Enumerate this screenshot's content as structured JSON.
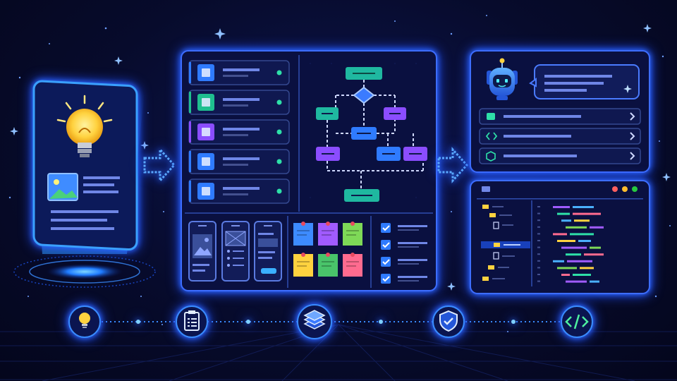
{
  "scene": {
    "stages": [
      "idea",
      "planning",
      "design-system",
      "ai-assistant",
      "code"
    ],
    "timeline_icons": [
      "lightbulb-icon",
      "clipboard-icon",
      "layers-icon",
      "shield-check-icon",
      "code-icon"
    ],
    "nav_icons": [
      "grid-icon",
      "user-icon",
      "chart-icon",
      "bell-icon",
      "gear-icon"
    ],
    "nav_accents": [
      "#2f7bff",
      "#1fbf8f",
      "#8b4dff",
      "#2f7bff",
      "#2f7bff"
    ],
    "sticky_colors": [
      "#3d8bff",
      "#a05bff",
      "#7ed957",
      "#ffd23f",
      "#49c46a",
      "#ff6b8f"
    ],
    "list_icons": [
      "message-icon",
      "code-icon",
      "cube-icon"
    ],
    "window_dots": [
      "#ff5f5f",
      "#ffbd2e",
      "#27c93f"
    ],
    "colors": {
      "accent": "#2f6bff",
      "glow": "#35a0ff",
      "bulb": "#ffd23f",
      "teal": "#1fb8a0",
      "purple": "#8b4dff"
    }
  }
}
